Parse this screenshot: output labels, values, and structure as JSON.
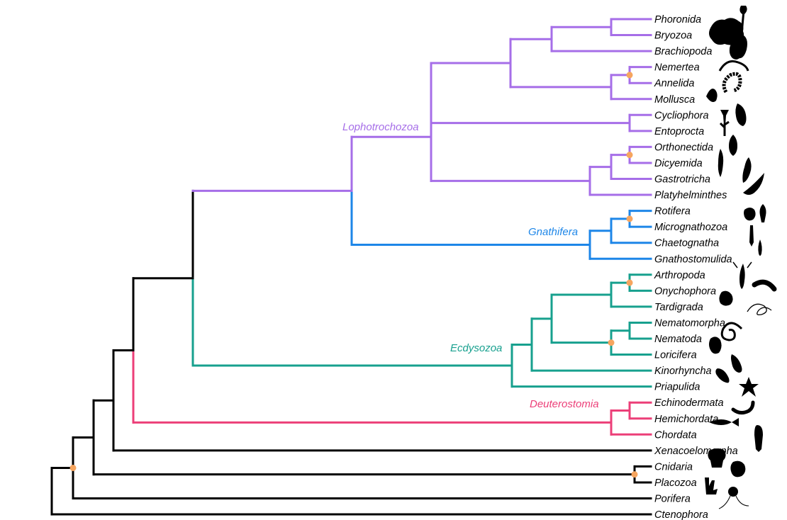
{
  "colors": {
    "lophotrochozoa": "#a66ee8",
    "gnathifera": "#1d86e8",
    "ecdysozoa": "#17a08e",
    "deuterostomia": "#ec3f78",
    "default": "#000000",
    "node_marker": "#f6a55f"
  },
  "clade_labels": {
    "lophotrochozoa": "Lophotrochozoa",
    "gnathifera": "Gnathifera",
    "ecdysozoa": "Ecdysozoa",
    "deuterostomia": "Deuterostomia"
  },
  "taxa": [
    {
      "name": "Phoronida",
      "clade": "lophotrochozoa",
      "icon": "phoronid-silhouette"
    },
    {
      "name": "Bryozoa",
      "clade": "lophotrochozoa",
      "icon": "bryozoan-silhouette"
    },
    {
      "name": "Brachiopoda",
      "clade": "lophotrochozoa",
      "icon": "brachiopod-silhouette"
    },
    {
      "name": "Nemertea",
      "clade": "lophotrochozoa",
      "icon": "nemertean-silhouette"
    },
    {
      "name": "Annelida",
      "clade": "lophotrochozoa",
      "icon": "annelid-silhouette"
    },
    {
      "name": "Mollusca",
      "clade": "lophotrochozoa",
      "icon": "mollusc-silhouette"
    },
    {
      "name": "Cycliophora",
      "clade": "lophotrochozoa",
      "icon": "cycliophoran-silhouette"
    },
    {
      "name": "Entoprocta",
      "clade": "lophotrochozoa",
      "icon": "entoproct-silhouette"
    },
    {
      "name": "Orthonectida",
      "clade": "lophotrochozoa",
      "icon": "orthonectid-silhouette"
    },
    {
      "name": "Dicyemida",
      "clade": "lophotrochozoa",
      "icon": "dicyemid-silhouette"
    },
    {
      "name": "Gastrotricha",
      "clade": "lophotrochozoa",
      "icon": "gastrotrich-silhouette"
    },
    {
      "name": "Platyhelminthes",
      "clade": "lophotrochozoa",
      "icon": "flatworm-silhouette"
    },
    {
      "name": "Rotifera",
      "clade": "gnathifera",
      "icon": "rotifer-silhouette"
    },
    {
      "name": "Micrognathozoa",
      "clade": "gnathifera",
      "icon": "micrognathozoan-silhouette"
    },
    {
      "name": "Chaetognatha",
      "clade": "gnathifera",
      "icon": "arrow-worm-silhouette"
    },
    {
      "name": "Gnathostomulida",
      "clade": "gnathifera",
      "icon": "gnathostomulid-silhouette"
    },
    {
      "name": "Arthropoda",
      "clade": "ecdysozoa",
      "icon": "arthropod-silhouette"
    },
    {
      "name": "Onychophora",
      "clade": "ecdysozoa",
      "icon": "velvet-worm-silhouette"
    },
    {
      "name": "Tardigrada",
      "clade": "ecdysozoa",
      "icon": "tardigrade-silhouette"
    },
    {
      "name": "Nematomorpha",
      "clade": "ecdysozoa",
      "icon": "horsehair-worm-silhouette"
    },
    {
      "name": "Nematoda",
      "clade": "ecdysozoa",
      "icon": "nematode-silhouette"
    },
    {
      "name": "Loricifera",
      "clade": "ecdysozoa",
      "icon": "loriciferan-silhouette"
    },
    {
      "name": "Kinorhyncha",
      "clade": "ecdysozoa",
      "icon": "kinorhynch-silhouette"
    },
    {
      "name": "Priapulida",
      "clade": "ecdysozoa",
      "icon": "priapulid-silhouette"
    },
    {
      "name": "Echinodermata",
      "clade": "deuterostomia",
      "icon": "starfish-silhouette"
    },
    {
      "name": "Hemichordata",
      "clade": "deuterostomia",
      "icon": "acorn-worm-silhouette"
    },
    {
      "name": "Chordata",
      "clade": "deuterostomia",
      "icon": "fish-silhouette"
    },
    {
      "name": "Xenacoelomorpha",
      "clade": "default",
      "icon": "acoel-silhouette"
    },
    {
      "name": "Cnidaria",
      "clade": "default",
      "icon": "sea-anemone-silhouette"
    },
    {
      "name": "Placozoa",
      "clade": "default",
      "icon": "placozoan-silhouette"
    },
    {
      "name": "Porifera",
      "clade": "default",
      "icon": "sponge-silhouette"
    },
    {
      "name": "Ctenophora",
      "clade": "default",
      "icon": "comb-jelly-silhouette"
    }
  ]
}
